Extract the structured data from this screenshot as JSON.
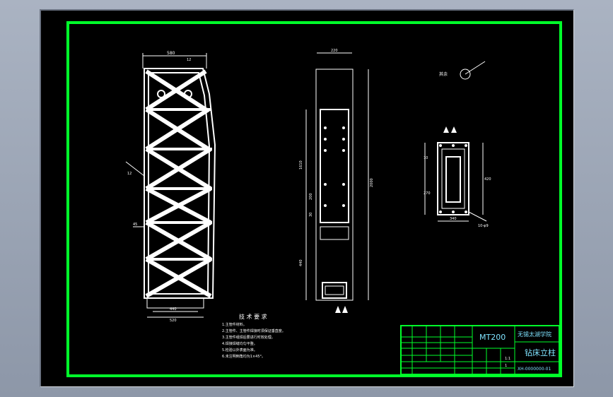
{
  "drawing": {
    "frame_color": "#00ff2a",
    "background_color": "#000000",
    "dimensions": {
      "frame_width": "580",
      "frame_top_small": "12",
      "frame_bottom_inner": "440",
      "frame_bottom_outer": "520",
      "frame_side": "12",
      "frame_angle": "45",
      "column_top": "220",
      "column_height": "2000",
      "column_upper": "1610",
      "column_mid": "200",
      "column_low": "30",
      "column_bottom": "440",
      "section_left_top": "10",
      "section_left_bottom": "270",
      "section_right": "420",
      "section_bottom": "340",
      "section_note": "10-φ9"
    },
    "surface_note": "其余",
    "tech_title": "技 术 要 求",
    "tech_lines": [
      "1.主管件材料。",
      "2.主管件、主管件焊接时须保证垂直度。",
      "3.主管件组焊后要进行时效处理。",
      "4.焊接焊缝均匀平整。",
      "5.检验以外表面为准。",
      "6.未注明倒角均为1×45°。"
    ],
    "title_block": {
      "model": "MT200",
      "school": "无锡太湖学院",
      "part_name": "钻床立柱",
      "drawing_no": "XH-0000000-01",
      "scale": "1:1",
      "sheet": "1"
    }
  }
}
